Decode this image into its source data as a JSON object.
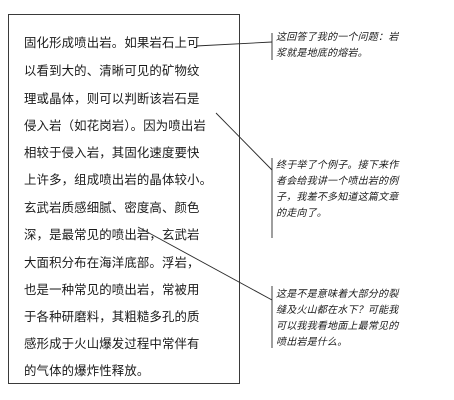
{
  "main_text": {
    "lines": [
      "固化形成喷出岩。如果岩石上可",
      "以看到大的、清晰可见的矿物纹",
      "理或晶体，则可以判断该岩石是",
      "侵入岩（如花岗岩）。因为喷出岩",
      "相较于侵入岩，其固化速度要快",
      "上许多，组成喷出岩的晶体较小。",
      "玄武岩质感细腻、密度高、颜色",
      "深，是最常见的喷出岩，玄武岩",
      "大面积分布在海洋底部。浮岩，",
      "也是一种常见的喷出岩，常被用",
      "于各种研磨料，其粗糙多孔的质",
      "感形成于火山爆发过程中常伴有",
      "的气体的爆炸性释放。"
    ]
  },
  "annotations": [
    {
      "lines": [
        "这回答了我的一个问题：岩",
        "浆就是地底的熔岩。"
      ]
    },
    {
      "lines": [
        "终于举了个例子。接下来作",
        "者会给我讲一个喷出岩的例",
        "子，我差不多知道这篇文章",
        "的走向了。"
      ]
    },
    {
      "lines": [
        "这是不是意味着大部分的裂",
        "缝及火山都在水下？可能我",
        "可以我我看地面上最常见的",
        "喷出岩是什么。"
      ]
    }
  ]
}
